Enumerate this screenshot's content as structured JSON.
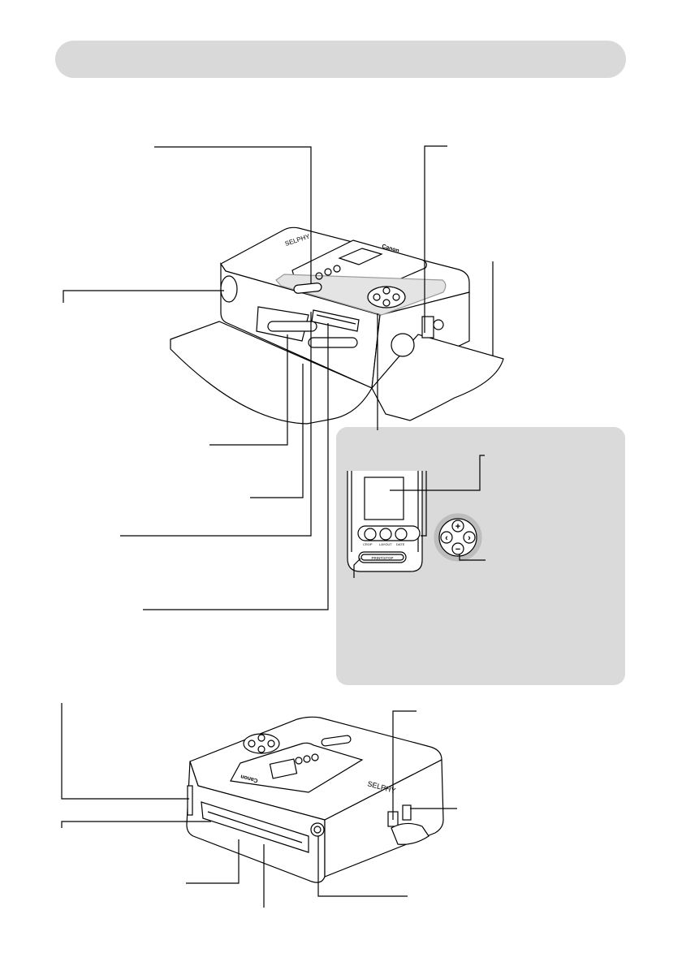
{
  "device": {
    "brand": "Canon",
    "model": "SELPHY",
    "buttons": {
      "print_stop": "PRINT/STOP",
      "row": [
        "CROP",
        "LAYOUT",
        "DATE"
      ],
      "plus": "+",
      "minus": "−",
      "left": "‹",
      "right": "›"
    }
  },
  "colors": {
    "title_bar": "#d9d9d9",
    "inset_panel": "#dadada",
    "line": "#000000",
    "panel_highlight": "#e4e4e4"
  }
}
